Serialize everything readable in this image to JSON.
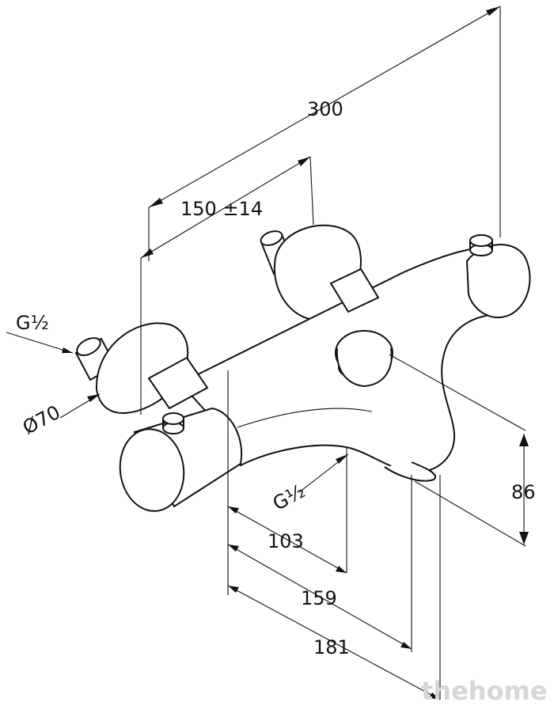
{
  "dimensions": {
    "overall_length": "300",
    "inlet_spacing": "150 ±14",
    "inlet_thread_left": "G½",
    "flange_diameter": "Ø70",
    "outlet_thread": "G½",
    "height": "86",
    "depth_outlet": "103",
    "depth_spout": "159",
    "depth_total": "181"
  },
  "watermark": "thehome"
}
